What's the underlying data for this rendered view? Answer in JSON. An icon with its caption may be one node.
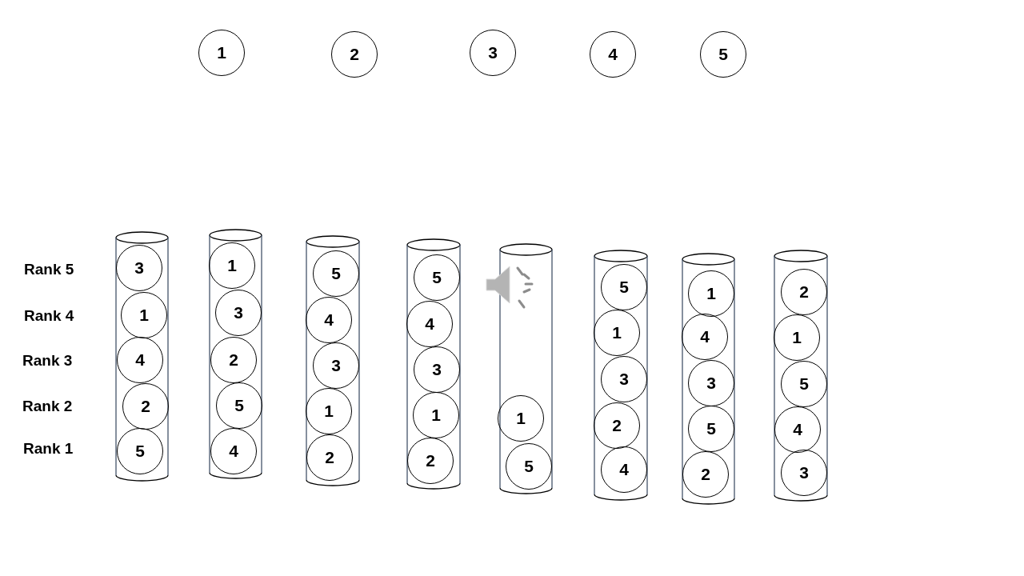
{
  "diagram": {
    "nodes": [
      {
        "text": [
          "1"
        ]
      },
      {
        "text": [
          "2"
        ]
      },
      {
        "text": [
          "3"
        ]
      },
      {
        "text": [
          "4"
        ]
      },
      {
        "text": [
          "5"
        ]
      },
      {
        "text": [],
        "shape": "cylinder"
      },
      {
        "text": [
          "3"
        ],
        "in": 5
      },
      {
        "text": [
          "1"
        ],
        "in": 5
      },
      {
        "text": [
          "4"
        ],
        "in": 5
      },
      {
        "text": [
          "2"
        ],
        "in": 5
      },
      {
        "text": [
          "5"
        ],
        "in": 5
      },
      {
        "text": [],
        "shape": "cylinder"
      },
      {
        "text": [
          "1"
        ],
        "in": 11
      },
      {
        "text": [
          "3"
        ],
        "in": 11
      },
      {
        "text": [
          "2"
        ],
        "in": 11
      },
      {
        "text": [
          "5"
        ],
        "in": 11
      },
      {
        "text": [
          "4"
        ],
        "in": 11
      },
      {
        "text": [],
        "shape": "cylinder"
      },
      {
        "text": [
          "5"
        ],
        "in": 17
      },
      {
        "text": [
          "4"
        ],
        "in": 17
      },
      {
        "text": [
          "3"
        ],
        "in": 17
      },
      {
        "text": [
          "1"
        ],
        "in": 17
      },
      {
        "text": [
          "2"
        ],
        "in": 17
      },
      {
        "text": [],
        "shape": "cylinder"
      },
      {
        "text": [
          "5"
        ],
        "in": 23
      },
      {
        "text": [
          "4"
        ],
        "in": 23
      },
      {
        "text": [
          "3"
        ],
        "in": 23
      },
      {
        "text": [
          "1"
        ],
        "in": 23
      },
      {
        "text": [
          "2"
        ],
        "in": 23
      },
      {
        "text": [],
        "shape": "cylinder"
      },
      {
        "text": [
          "1"
        ],
        "in": 29
      },
      {
        "text": [
          "5"
        ],
        "in": 29
      },
      {
        "text": [],
        "shape": "cylinder"
      },
      {
        "text": [
          "5"
        ],
        "in": 32
      },
      {
        "text": [
          "1"
        ],
        "in": 32
      },
      {
        "text": [
          "3"
        ],
        "in": 32
      },
      {
        "text": [
          "2"
        ],
        "in": 32
      },
      {
        "text": [
          "4"
        ],
        "in": 32
      },
      {
        "text": [],
        "shape": "cylinder"
      },
      {
        "text": [
          "1"
        ],
        "in": 38
      },
      {
        "text": [
          "4"
        ],
        "in": 38
      },
      {
        "text": [
          "3"
        ],
        "in": 38
      },
      {
        "text": [
          "5"
        ],
        "in": 38
      },
      {
        "text": [
          "2"
        ],
        "in": 38
      },
      {
        "text": [],
        "shape": "cylinder"
      },
      {
        "text": [
          "2"
        ],
        "in": 44
      },
      {
        "text": [
          "1"
        ],
        "in": 44
      },
      {
        "text": [
          "5"
        ],
        "in": 44
      },
      {
        "text": [
          "4"
        ],
        "in": 44
      },
      {
        "text": [
          "3"
        ],
        "in": 44
      }
    ],
    "labels": [
      "Rank 5",
      "Rank 4",
      "Rank 3",
      "Rank 2",
      "Rank 1"
    ]
  }
}
